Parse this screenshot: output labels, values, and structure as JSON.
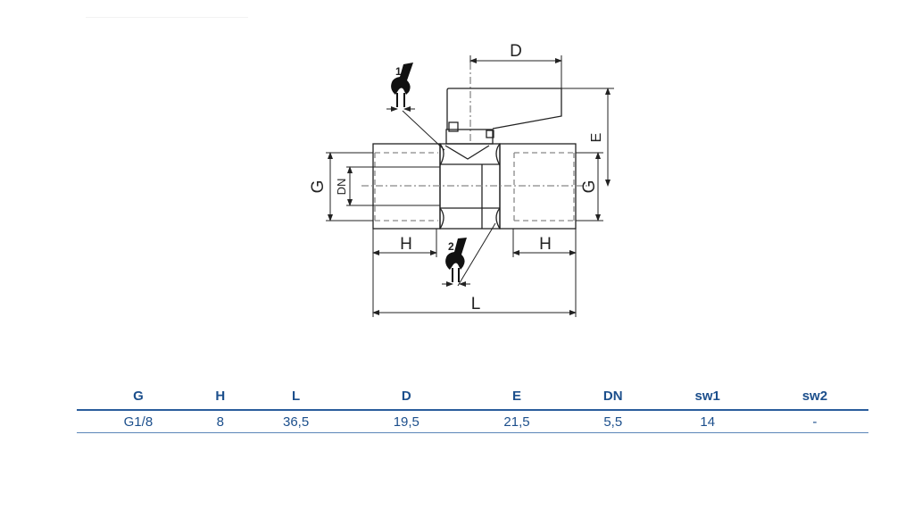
{
  "drawing": {
    "dimension_labels": {
      "D": "D",
      "E": "E",
      "G_left": "G",
      "G_right": "G",
      "DN": "DN",
      "H_left": "H",
      "H_right": "H",
      "L": "L"
    },
    "wrench_labels": {
      "wrench1": "1",
      "wrench2": "2"
    },
    "icons": [
      "wrench-icon",
      "wrench-icon"
    ]
  },
  "table": {
    "headers": [
      "G",
      "H",
      "L",
      "D",
      "E",
      "DN",
      "sw1",
      "sw2"
    ],
    "rows": [
      [
        "G1/8",
        "8",
        "36,5",
        "19,5",
        "21,5",
        "5,5",
        "14",
        "-"
      ]
    ]
  },
  "colors": {
    "table_text": "#1c4f8c",
    "table_rule": "#2a5d9c"
  }
}
